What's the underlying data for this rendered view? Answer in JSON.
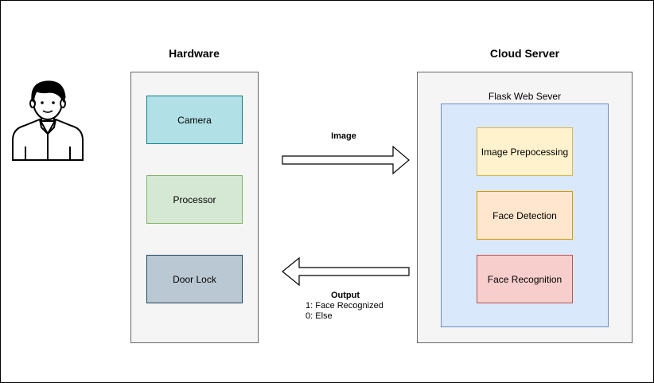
{
  "hardware": {
    "title": "Hardware",
    "components": [
      {
        "label": "Camera",
        "fill": "#b1e0e6",
        "stroke": "#0e8088"
      },
      {
        "label": "Processor",
        "fill": "#d5e8d4",
        "stroke": "#82b366"
      },
      {
        "label": "Door Lock",
        "fill": "#bac8d3",
        "stroke": "#23445d"
      }
    ]
  },
  "cloud": {
    "title": "Cloud Server",
    "flask": {
      "label": "Flask Web Sever",
      "fill": "#dae8fc",
      "stroke": "#6c8ebf"
    },
    "components": [
      {
        "label": "Image Prepocessing",
        "fill": "#fff2cc",
        "stroke": "#d6b656"
      },
      {
        "label": "Face Detection",
        "fill": "#ffe6cc",
        "stroke": "#d79b00"
      },
      {
        "label": "Face Recognition",
        "fill": "#f8cecc",
        "stroke": "#b85450"
      }
    ]
  },
  "arrows": {
    "image": {
      "label": "Image"
    },
    "output": {
      "label": "Output",
      "lines": [
        "1: Face Recognized",
        "0: Else"
      ]
    }
  },
  "icons": {
    "user": "user-icon"
  }
}
